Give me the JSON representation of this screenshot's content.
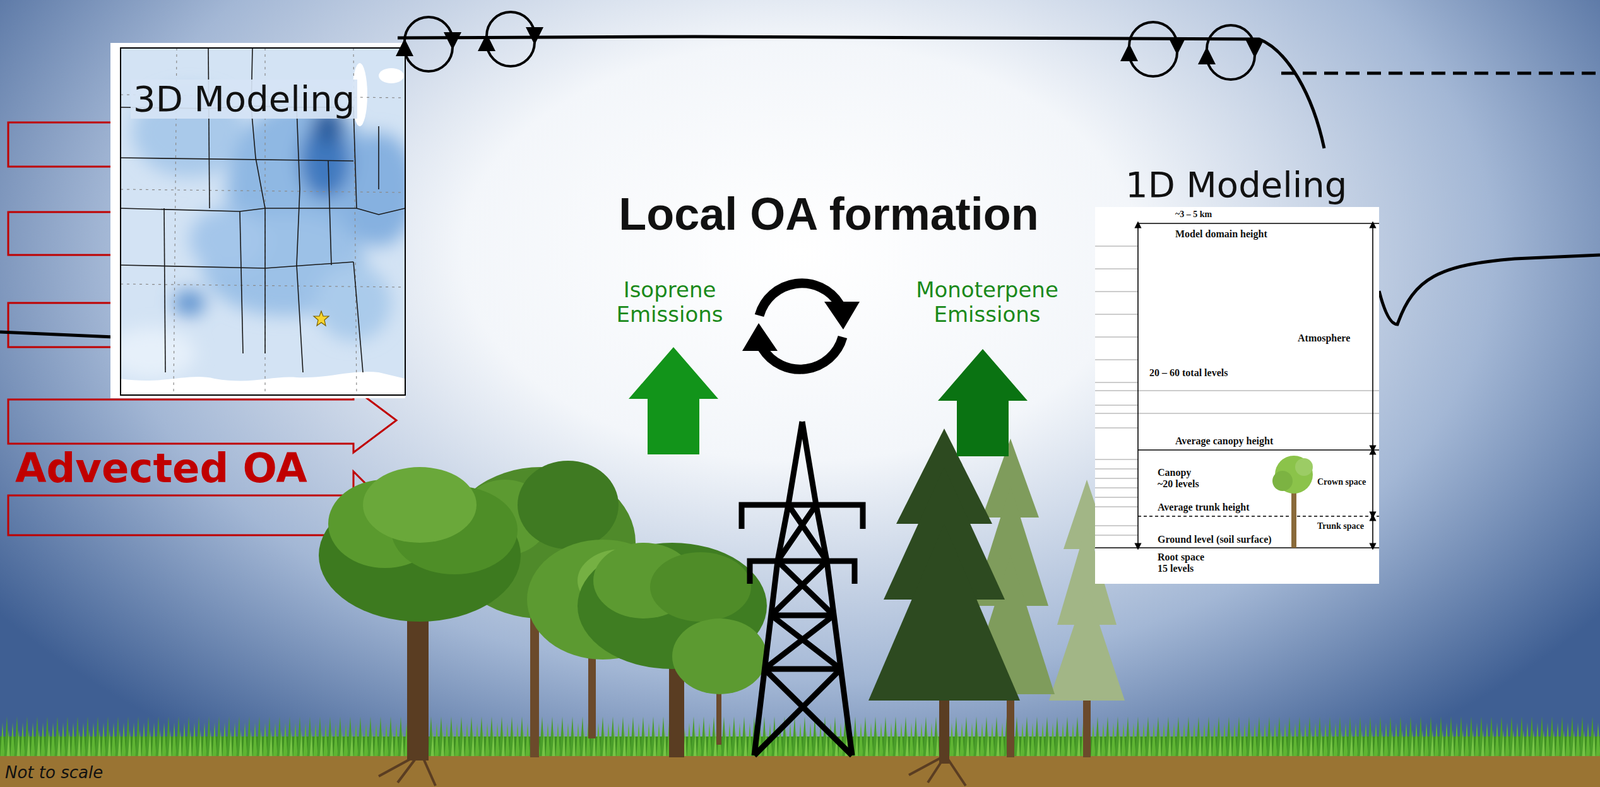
{
  "diagram": {
    "title": "Local OA formation",
    "nodes": [
      {
        "text": [
          "3D Modeling"
        ]
      },
      {
        "text": [
          "1D Modeling"
        ]
      }
    ],
    "labels": [
      "Isoprene Emissions",
      "Monoterpene Emissions",
      "Advected OA",
      "~3 – 5 km",
      "Model domain height",
      "Atmosphere",
      "20 – 60 total levels",
      "Average canopy height",
      "Canopy ~20 levels",
      "Crown space",
      "Average trunk height",
      "Trunk space",
      "Ground level (soil surface)",
      "Root space 15 levels",
      "Not to scale"
    ]
  }
}
